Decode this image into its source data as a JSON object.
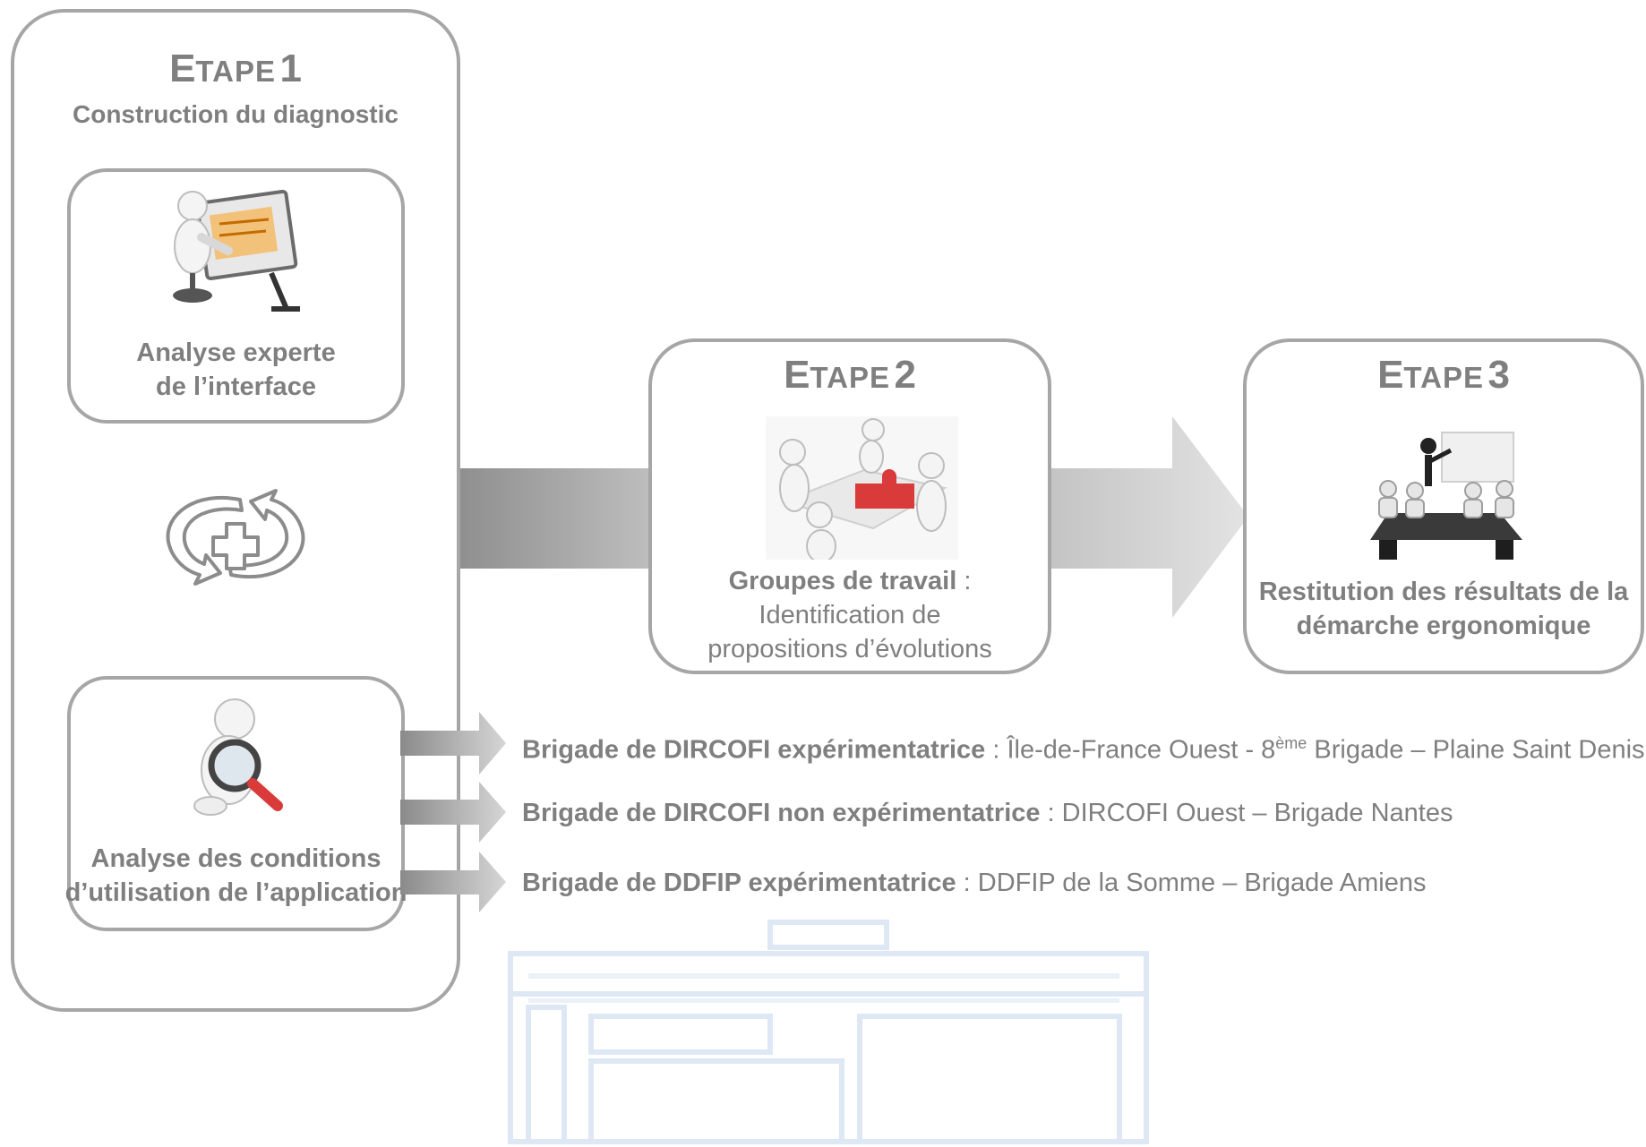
{
  "step1": {
    "title_initial": "E",
    "title_rest": "TAPE",
    "title_number": "1",
    "subtitle": "Construction du diagnostic",
    "box_a": {
      "icon": "figure-at-drawing-board-icon",
      "line1": "Analyse experte",
      "line2": "de l’interface"
    },
    "cycle_icon": "cycle-plus-icon",
    "box_b": {
      "icon": "figure-with-magnifier-icon",
      "line1": "Analyse des conditions",
      "line2": "d’utilisation de l’application"
    }
  },
  "step2": {
    "title_initial": "E",
    "title_rest": "TAPE",
    "title_number": "2",
    "icon": "team-puzzle-icon",
    "bold_label": "Groupes de travail",
    "sep": " :",
    "line2": "Identification de",
    "line3": "propositions d’évolutions"
  },
  "step3": {
    "title_initial": "E",
    "title_rest": "TAPE",
    "title_number": "3",
    "icon": "presentation-meeting-icon",
    "line1": "Restitution des résultats de la",
    "line2": "démarche ergonomique"
  },
  "brigades": [
    {
      "bold": "Brigade de DIRCOFI expérimentatrice",
      "text": " : Île-de-France Ouest  - 8",
      "sup": "ème",
      "text2": " Brigade – Plaine Saint Denis"
    },
    {
      "bold": "Brigade de DIRCOFI non expérimentatrice",
      "text": " : DIRCOFI Ouest – Brigade Nantes"
    },
    {
      "bold": "Brigade de DDFIP expérimentatrice",
      "text": " : DDFIP de la Somme – Brigade Amiens"
    }
  ],
  "colors": {
    "border": "#a6a6a6",
    "text": "#7f7f7f",
    "watermark": "#4a86c8",
    "accent_red": "#d93a3a"
  }
}
